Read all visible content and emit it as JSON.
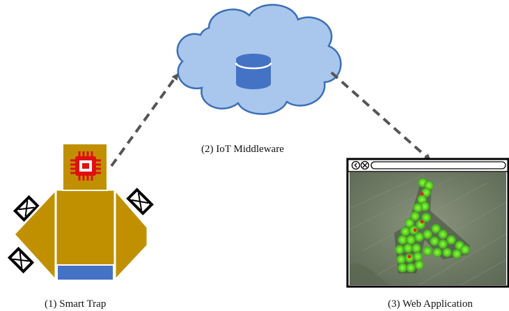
{
  "captions": {
    "smart_trap": "(1) Smart Trap",
    "iot_middleware": "(2) IoT Middleware",
    "web_application": "(3) Web Application"
  },
  "colors": {
    "trap_body": "#c09000",
    "trap_outline": "#ffffff",
    "trap_base": "#4472c4",
    "chip": "#e01010",
    "cloud_fill": "#a9c6ec",
    "cloud_stroke": "#3b6fb6",
    "database": "#4472c4",
    "arrow": "#555555",
    "map_field": "#7e8a72",
    "heat_green": "#66dd22",
    "heat_red": "#dd2a1a"
  },
  "icons": {
    "chip": "microchip-icon",
    "database": "database-icon",
    "cloud": "cloud-icon",
    "browser_back": "back-icon",
    "browser_close": "close-icon"
  }
}
